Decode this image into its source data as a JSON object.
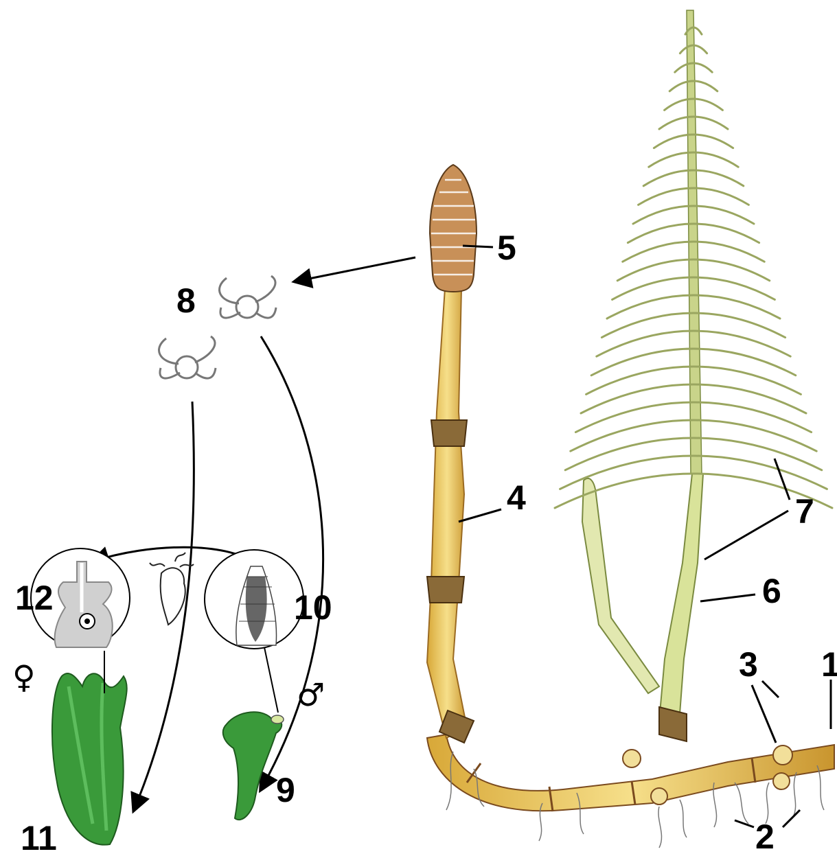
{
  "labels": {
    "n1": "1",
    "n2": "2",
    "n3": "3",
    "n4": "4",
    "n5": "5",
    "n6": "6",
    "n7": "7",
    "n8": "8",
    "n9": "9",
    "n10": "10",
    "n11": "11",
    "n12": "12"
  },
  "symbols": {
    "female": "♀",
    "male": "♂"
  },
  "colors": {
    "rhizome": "#e8c24a",
    "rhizome_dark": "#7a4a1e",
    "fertile_stem": "#f0d070",
    "strobilus": "#c89058",
    "sterile_shoot": "#d9e39a",
    "sterile_branch": "#9aa660",
    "gametophyte": "#3a9a3a",
    "cell_fill": "#d0d0d0",
    "line": "#000000"
  }
}
